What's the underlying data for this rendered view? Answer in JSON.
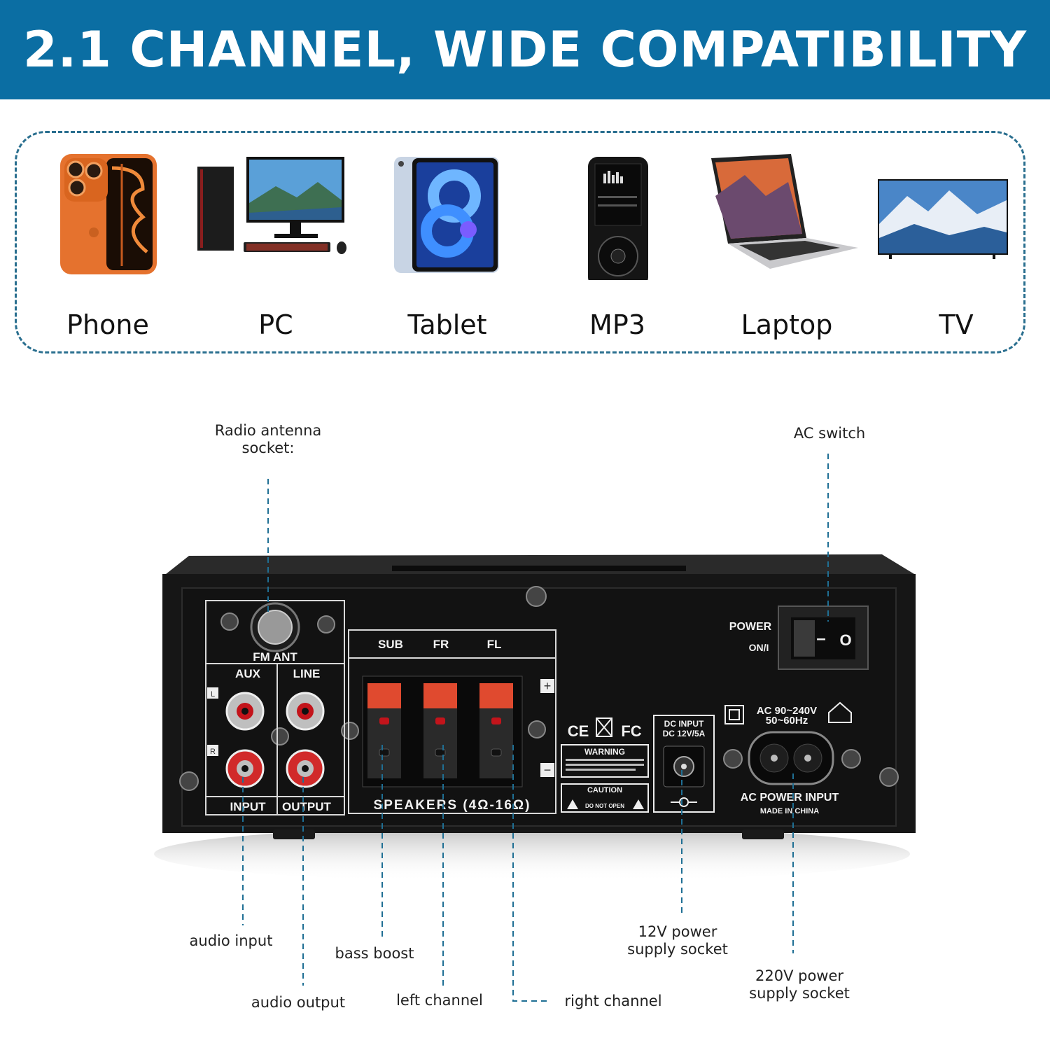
{
  "header": {
    "title": "2.1 CHANNEL, WIDE COMPATIBILITY"
  },
  "devices": [
    {
      "label": "Phone",
      "icon": "phone-icon"
    },
    {
      "label": "PC",
      "icon": "pc-icon"
    },
    {
      "label": "Tablet",
      "icon": "tablet-icon"
    },
    {
      "label": "MP3",
      "icon": "mp3-player-icon"
    },
    {
      "label": "Laptop",
      "icon": "laptop-icon"
    },
    {
      "label": "TV",
      "icon": "tv-icon"
    }
  ],
  "callouts": {
    "radio_antenna": "Radio antenna socket:",
    "ac_switch": "AC switch",
    "audio_input": "audio input",
    "bass_boost": "bass boost",
    "audio_output": "audio output",
    "left_channel": "left channel",
    "right_channel": "right channel",
    "power_12v": "12V power supply socket",
    "power_220v": "220V power supply socket"
  },
  "panel": {
    "fm_ant": "FM ANT",
    "aux": "AUX",
    "line": "LINE",
    "l": "L",
    "r": "R",
    "input": "INPUT",
    "output": "OUTPUT",
    "sub": "SUB",
    "fr": "FR",
    "fl": "FL",
    "plus": "+",
    "minus": "−",
    "speakers": "SPEAKERS (4Ω-16Ω)",
    "power": "POWER",
    "on": "ON/I",
    "switch_off": "–",
    "switch_on": "O",
    "ce": "CE",
    "fc": "FC",
    "warning": "WARNING",
    "caution": "CAUTION",
    "do_not_open": "DO NOT OPEN",
    "dc_input_1": "DC INPUT",
    "dc_input_2": "DC 12V/5A",
    "ac_range_1": "AC 90~240V",
    "ac_range_2": "50~60Hz",
    "ac_power_input": "AC POWER INPUT",
    "made_in": "MADE IN CHINA"
  },
  "colors": {
    "banner": "#0b6ea3",
    "dash": "#2a6f8f",
    "speaker_clip": "#e04a2f"
  }
}
